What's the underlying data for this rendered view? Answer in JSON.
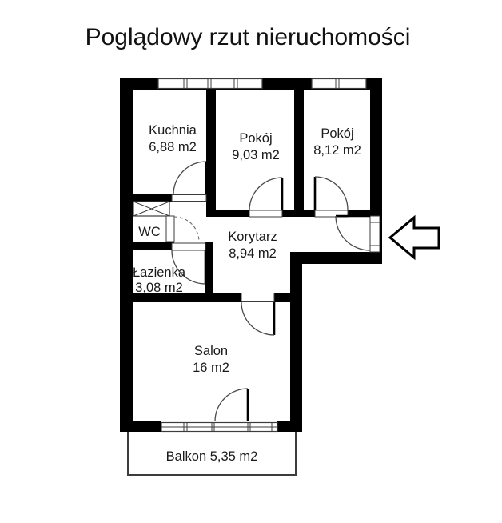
{
  "title": "Poglądowy rzut nieruchomości",
  "rooms": {
    "kuchnia": {
      "name": "Kuchnia",
      "area": "6,88 m2"
    },
    "pokoj_1": {
      "name": "Pokój",
      "area": "9,03 m2"
    },
    "pokoj_2": {
      "name": "Pokój",
      "area": "8,12 m2"
    },
    "wc": {
      "name": "WC"
    },
    "korytarz": {
      "name": "Korytarz",
      "area": "8,94 m2"
    },
    "lazienka": {
      "name": "Łazienka",
      "area": "3,08 m2"
    },
    "salon": {
      "name": "Salon",
      "area": "16 m2"
    },
    "balkon": {
      "label": "Balkon 5,35 m2"
    }
  },
  "colors": {
    "wall": "#000000",
    "background": "#ffffff",
    "line": "#3c3c3c"
  }
}
